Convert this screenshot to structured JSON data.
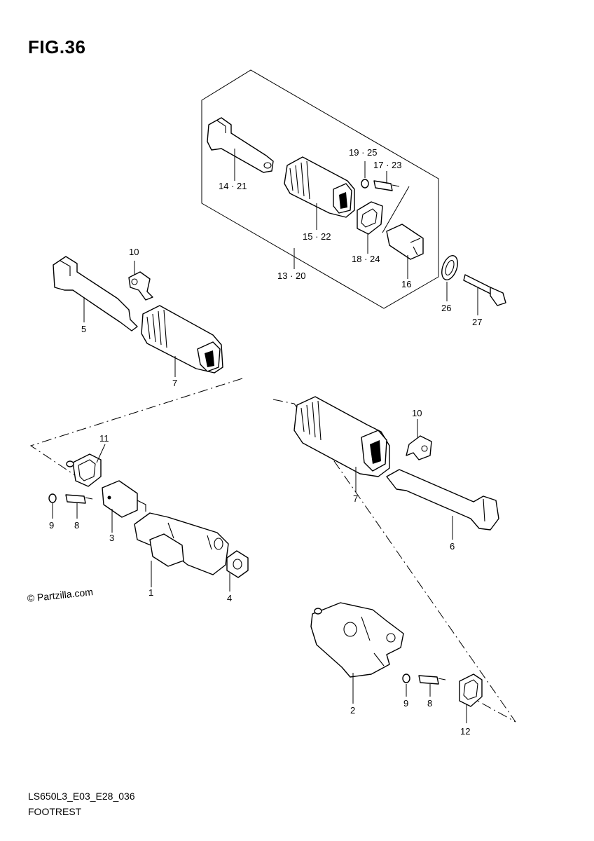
{
  "figure": {
    "title": "FIG.36",
    "code": "LS650L3_E03_E28_036",
    "name": "FOOTREST",
    "copyright": "© Partzilla.com"
  },
  "callouts": {
    "p14_21": "14 · 21",
    "p15_22": "15 · 22",
    "p19_25": "19 · 25",
    "p17_23": "17 · 23",
    "p18_24": "18 · 24",
    "p16": "16",
    "p13_20": "13 · 20",
    "p26": "26",
    "p27": "27",
    "p10a": "10",
    "p5": "5",
    "p7a": "7",
    "p11": "11",
    "p9a": "9",
    "p8a": "8",
    "p3": "3",
    "p1": "1",
    "p4": "4",
    "p10b": "10",
    "p7b": "7",
    "p6": "6",
    "p2": "2",
    "p9b": "9",
    "p8b": "8",
    "p12": "12"
  }
}
